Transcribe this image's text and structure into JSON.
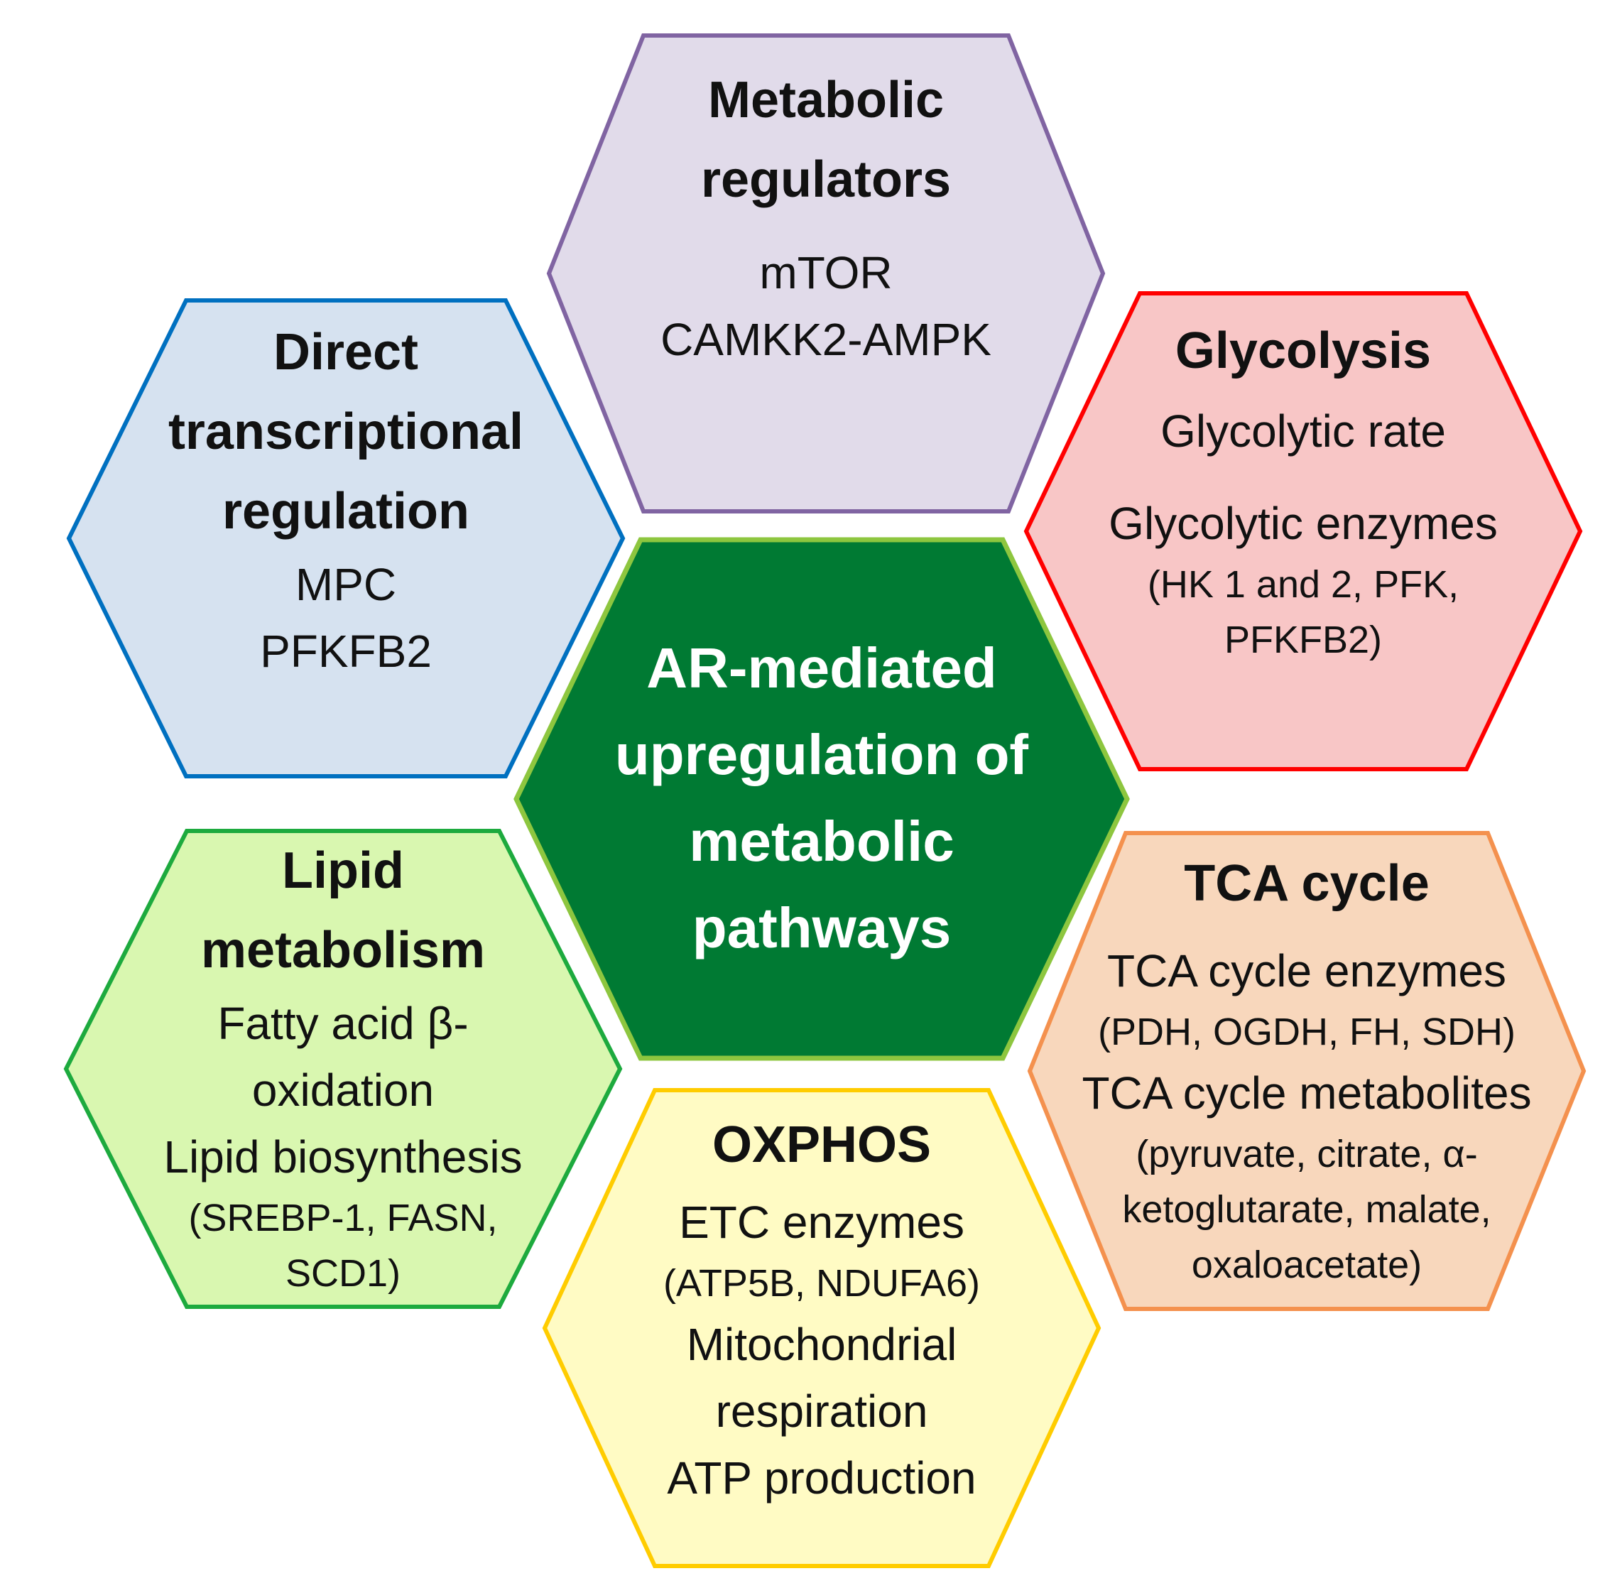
{
  "center": {
    "lines": [
      "AR-mediated",
      "upregulation of",
      "metabolic",
      "pathways"
    ],
    "fill": "#007A33",
    "stroke": "#8DC63F"
  },
  "metabolic_regulators": {
    "title": [
      "Metabolic",
      "regulators"
    ],
    "items": [
      "mTOR",
      "CAMKK2-AMPK"
    ],
    "fill": "#E1DBEA",
    "stroke": "#8064A2"
  },
  "direct_transcriptional": {
    "title": [
      "Direct",
      "transcriptional",
      "regulation"
    ],
    "items": [
      "MPC",
      "PFKFB2"
    ],
    "fill": "#D6E2F0",
    "stroke": "#0070C0"
  },
  "glycolysis": {
    "title": "Glycolysis",
    "items": [
      "Glycolytic rate",
      "Glycolytic enzymes"
    ],
    "details": [
      "(HK 1 and 2, PFK,",
      "PFKFB2)"
    ],
    "fill": "#F8C6C6",
    "stroke": "#FF0000"
  },
  "lipid_metabolism": {
    "title": [
      "Lipid",
      "metabolism"
    ],
    "items": [
      "Fatty acid β-",
      "oxidation",
      "Lipid biosynthesis"
    ],
    "details": [
      "(SREBP-1, FASN,",
      "SCD1)"
    ],
    "fill": "#D9F7B0",
    "stroke": "#1DAA3E"
  },
  "tca_cycle": {
    "title": "TCA cycle",
    "enzymes_label": "TCA cycle enzymes",
    "enzymes": "(PDH, OGDH, FH, SDH)",
    "metabolites_label": "TCA cycle metabolites",
    "metabolites": [
      "(pyruvate, citrate, α-",
      "ketoglutarate, malate,",
      "oxaloacetate)"
    ],
    "fill": "#F8D7BC",
    "stroke": "#F4914E"
  },
  "oxphos": {
    "title": "OXPHOS",
    "etc_label": "ETC enzymes",
    "etc_details": "(ATP5B, NDUFA6)",
    "items": [
      "Mitochondrial",
      "respiration",
      "ATP production"
    ],
    "fill": "#FFFBC4",
    "stroke": "#FFCC00"
  }
}
